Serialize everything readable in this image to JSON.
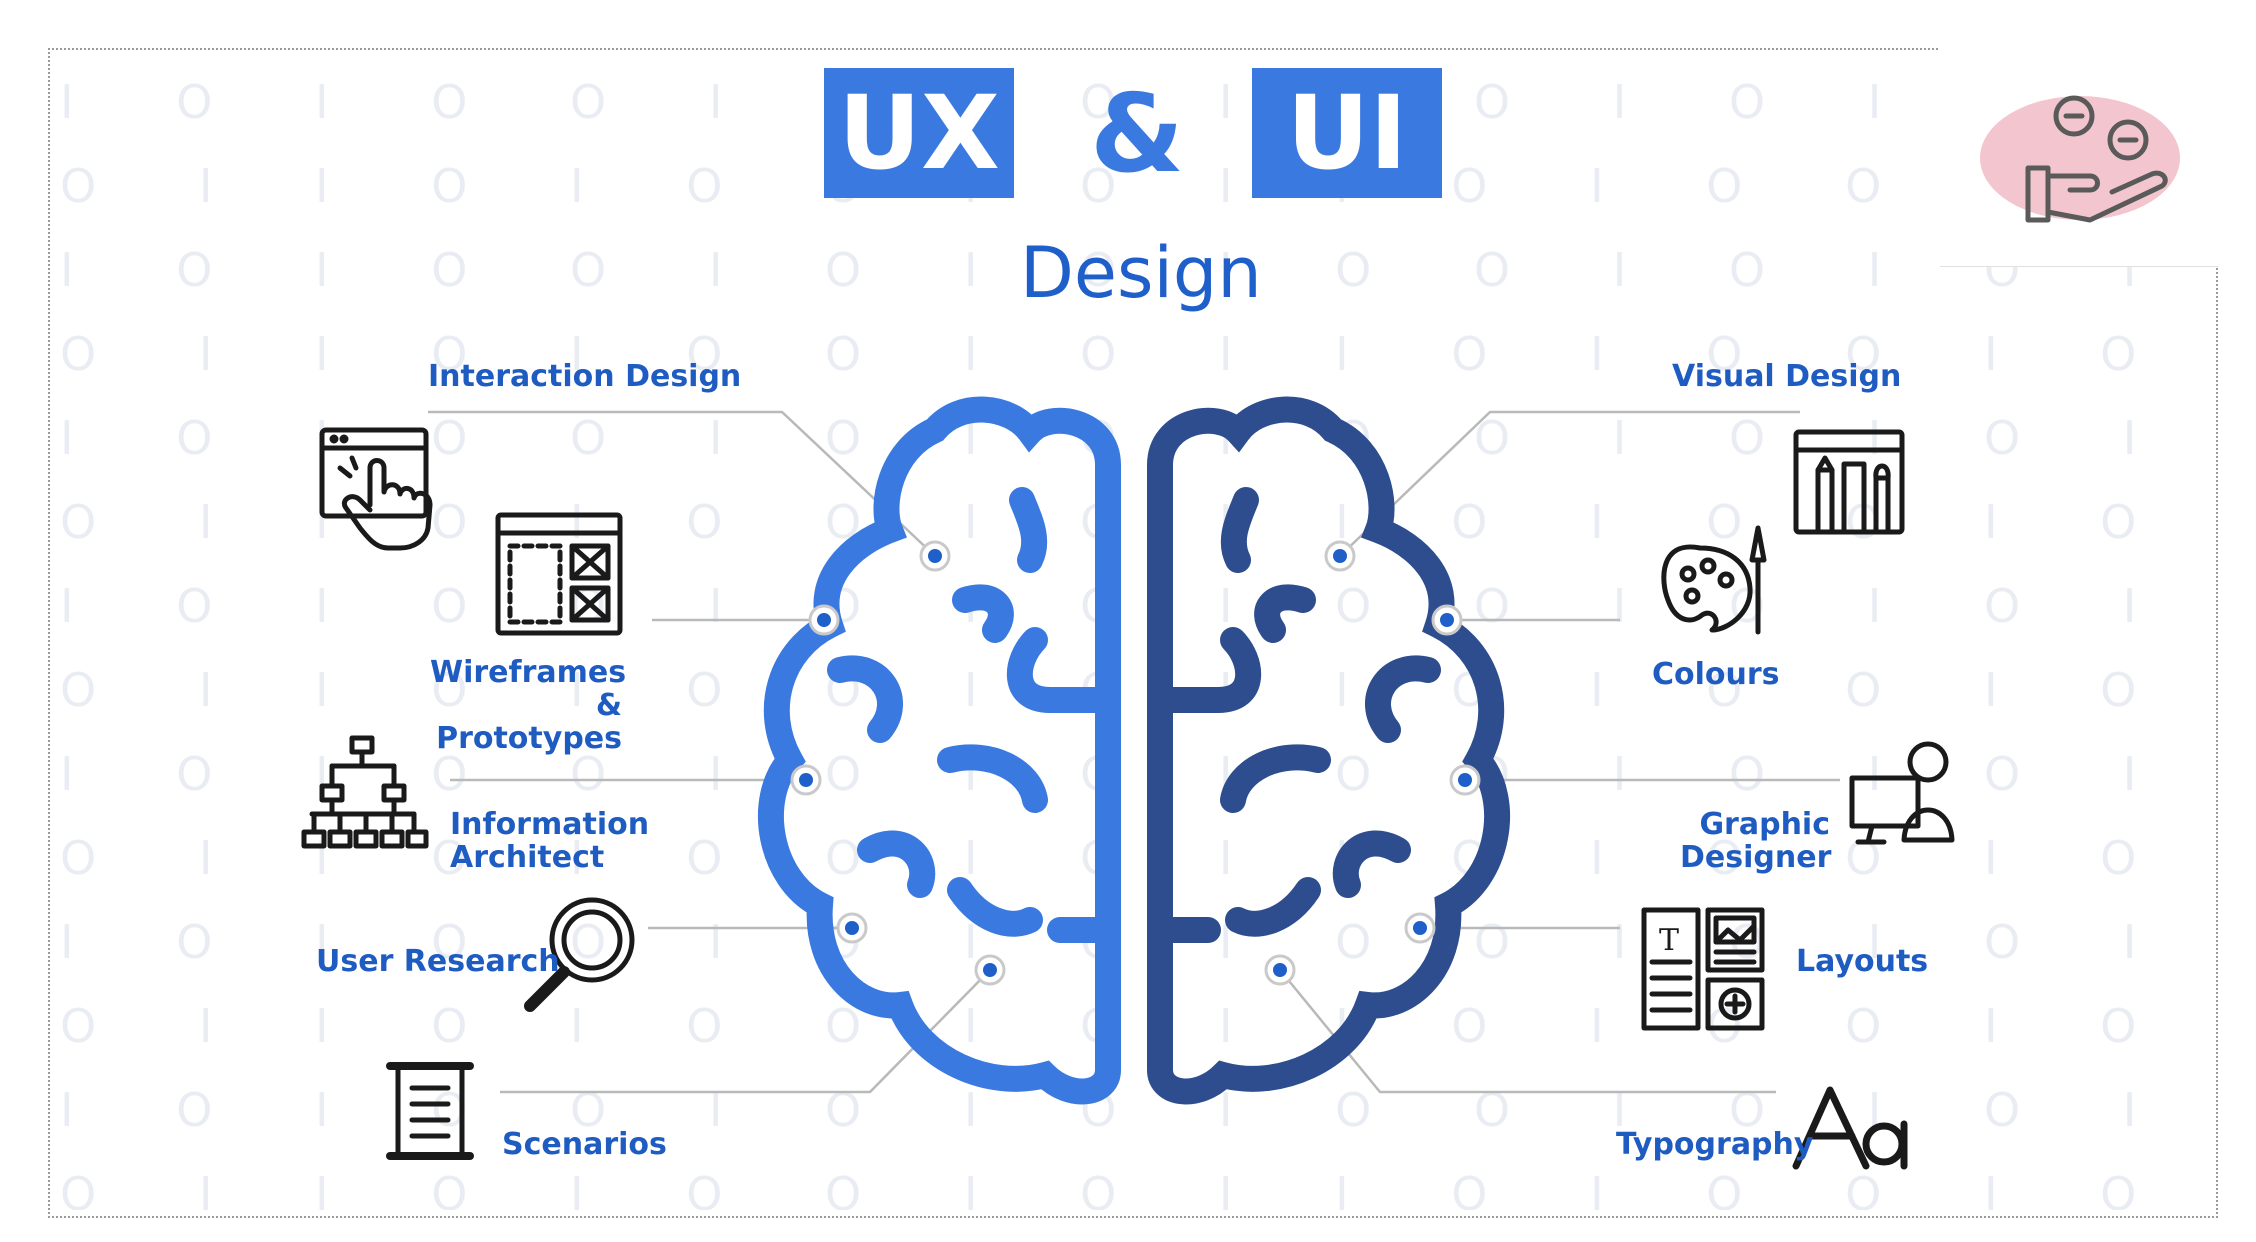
{
  "title": {
    "ux": "UX",
    "amp": "&",
    "ui": "UI",
    "subtitle": "Design"
  },
  "left_topics": [
    {
      "label": "Interaction Design",
      "icon": "touch-screen-icon"
    },
    {
      "label": "Wireframes & Prototypes",
      "icon": "wireframe-icon"
    },
    {
      "label": "Information Architect",
      "icon": "sitemap-icon"
    },
    {
      "label": "User Research",
      "icon": "magnifier-icon"
    },
    {
      "label": "Scenarios",
      "icon": "scroll-icon"
    }
  ],
  "right_topics": [
    {
      "label": "Visual Design",
      "icon": "design-tools-icon"
    },
    {
      "label": "Colours",
      "icon": "palette-icon"
    },
    {
      "label": "Graphic Designer",
      "icon": "designer-at-computer-icon"
    },
    {
      "label": "Layouts",
      "icon": "layout-icon"
    },
    {
      "label": "Typography",
      "icon": "typography-icon"
    }
  ],
  "colors": {
    "ux_blue": "#3a7ae0",
    "ui_navy": "#2e4d8f",
    "label_blue": "#1f5cc2",
    "connector_gray": "#b9b9b9",
    "logo_pink": "#f3c6cf"
  }
}
